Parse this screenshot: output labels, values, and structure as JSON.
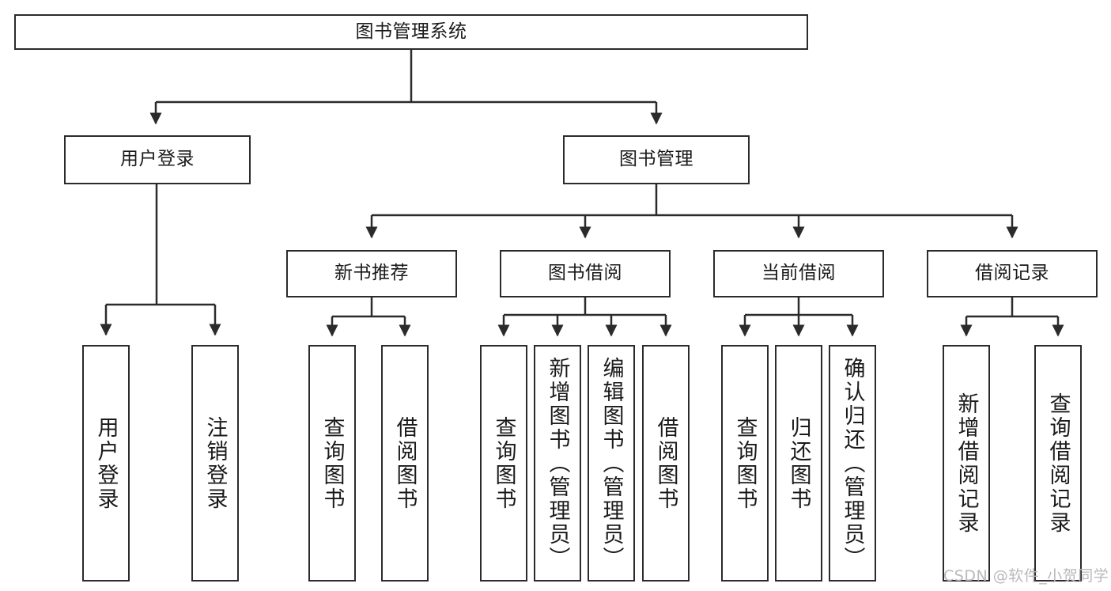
{
  "diagram": {
    "type": "hierarchy-tree",
    "title": "图书管理系统",
    "root": {
      "label": "图书管理系统"
    },
    "level2": [
      {
        "label": "用户登录"
      },
      {
        "label": "图书管理"
      }
    ],
    "level3": [
      {
        "label": "新书推荐"
      },
      {
        "label": "图书借阅"
      },
      {
        "label": "当前借阅"
      },
      {
        "label": "借阅记录"
      }
    ],
    "leaves": {
      "user_login": [
        {
          "label": "用户登录"
        },
        {
          "label": "注销登录"
        }
      ],
      "new_book_recommend": [
        {
          "label": "查询图书"
        },
        {
          "label": "借阅图书"
        }
      ],
      "book_borrow": [
        {
          "label": "查询图书"
        },
        {
          "label": "新增图书（管理员）"
        },
        {
          "label": "编辑图书（管理员）"
        },
        {
          "label": "借阅图书"
        }
      ],
      "current_borrow": [
        {
          "label": "查询图书"
        },
        {
          "label": "归还图书"
        },
        {
          "label": "确认归还（管理员）"
        }
      ],
      "borrow_record": [
        {
          "label": "新增借阅记录"
        },
        {
          "label": "查询借阅记录"
        }
      ]
    },
    "watermark": "CSDN @软件_小贺同学",
    "colors": {
      "stroke": "#2b2b2b",
      "background": "#ffffff",
      "text": "#1a1a1a",
      "watermark": "#b9b9b9"
    }
  }
}
